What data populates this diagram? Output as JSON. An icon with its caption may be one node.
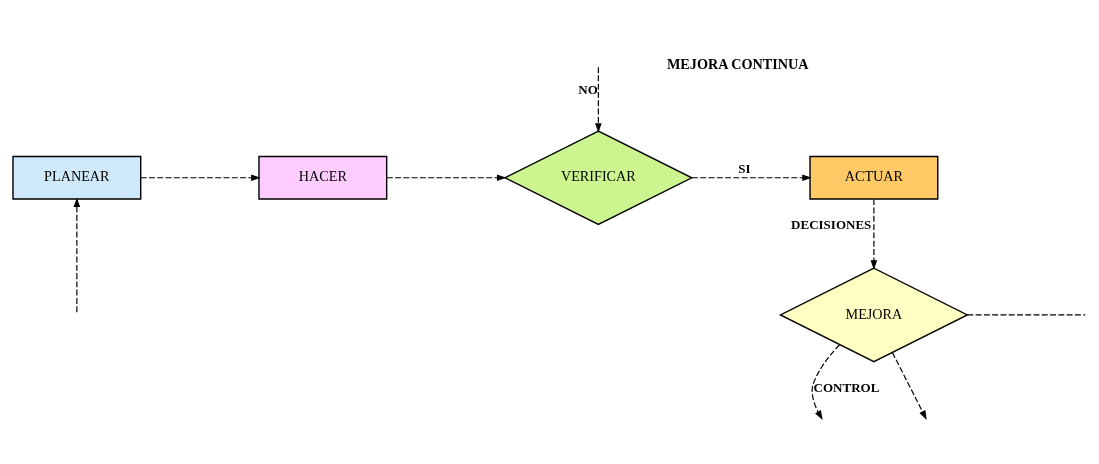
{
  "diagram": {
    "nodes": [
      {
        "text": [
          "PLANEAR"
        ]
      },
      {
        "text": [
          "HACER"
        ]
      },
      {
        "text": [
          "VERIFICAR"
        ]
      },
      {
        "text": [
          "ACTUAR"
        ]
      },
      {
        "text": [
          "MEJORA"
        ]
      }
    ],
    "edges": [
      {
        "from": 0,
        "to": 1,
        "arrow": "to",
        "style": "dashed"
      },
      {
        "from": 1,
        "to": 2,
        "arrow": "to",
        "style": "dashed"
      },
      {
        "from": 2,
        "to": 3,
        "arrow": "to",
        "label": "SI",
        "style": "dashed"
      },
      {
        "from": 3,
        "to": 4,
        "arrow": "to",
        "label": "DECISIONES",
        "style": "dashed"
      },
      {
        "from": null,
        "to": 2,
        "arrow": "to",
        "label": "NO",
        "style": "dashed"
      },
      {
        "from": 4,
        "to": null,
        "arrow": "none",
        "style": "dashed"
      },
      {
        "from": 4,
        "to": null,
        "arrow": "to",
        "label": "CONTROL",
        "style": "dashed"
      },
      {
        "from": 4,
        "to": null,
        "arrow": "to",
        "style": "dashed"
      },
      {
        "from": null,
        "to": 0,
        "arrow": "to",
        "style": "dashed"
      }
    ],
    "labels": [
      "MEJORA CONTINUA"
    ]
  }
}
